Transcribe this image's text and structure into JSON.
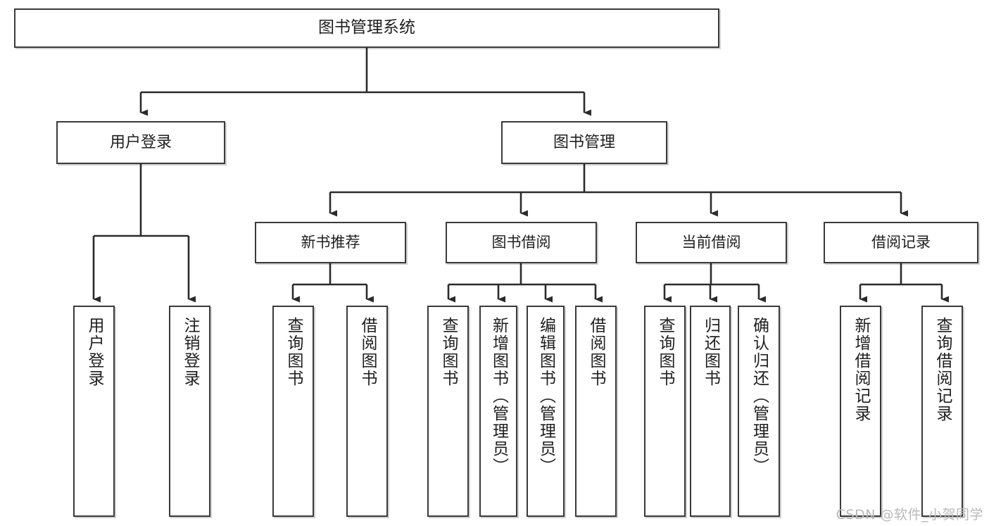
{
  "diagram": {
    "title": "图书管理系统",
    "type": "hierarchy-tree",
    "root": {
      "label": "图书管理系统"
    },
    "level1": [
      {
        "label": "用户登录"
      },
      {
        "label": "图书管理"
      }
    ],
    "level2": [
      {
        "label": "新书推荐"
      },
      {
        "label": "图书借阅"
      },
      {
        "label": "当前借阅"
      },
      {
        "label": "借阅记录"
      }
    ],
    "leaves": {
      "user_login": [
        {
          "label": "用户登录"
        },
        {
          "label": "注销登录"
        }
      ],
      "new_book_recommend": [
        {
          "label": "查询图书"
        },
        {
          "label": "借阅图书"
        }
      ],
      "book_borrow": [
        {
          "label": "查询图书"
        },
        {
          "label": "新增图书（管理员）"
        },
        {
          "label": "编辑图书（管理员）"
        },
        {
          "label": "借阅图书"
        }
      ],
      "current_borrow": [
        {
          "label": "查询图书"
        },
        {
          "label": "归还图书"
        },
        {
          "label": "确认归还（管理员）"
        }
      ],
      "borrow_records": [
        {
          "label": "新增借阅记录"
        },
        {
          "label": "查询借阅记录"
        }
      ]
    }
  },
  "watermark": {
    "text": "CSDN @软件_小贺同学"
  },
  "colors": {
    "box_border": "#3a3a3a",
    "connector": "#2b2b2b",
    "background": "#ffffff",
    "text": "#1f1f1f",
    "watermark": "#b9b9b9"
  }
}
